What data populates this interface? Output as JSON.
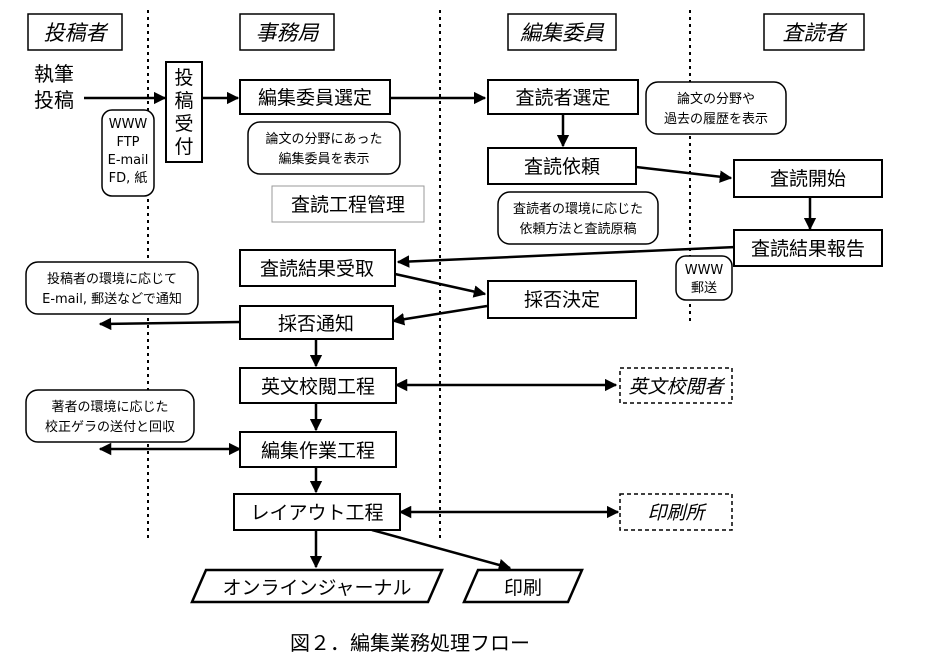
{
  "roles": {
    "author": "投稿者",
    "office": "事務局",
    "editor": "編集委員",
    "reviewer": "査読者"
  },
  "author_action": [
    "執筆",
    "投稿"
  ],
  "submission_methods": [
    "WWW",
    "FTP",
    "E-mail",
    "FD, 紙"
  ],
  "receipt": [
    "投",
    "稿",
    "受",
    "付"
  ],
  "steps": {
    "editor_select": "編集委員選定",
    "reviewer_select": "査読者選定",
    "review_request": "査読依頼",
    "review_start": "査読開始",
    "review_mgmt": "査読工程管理",
    "result_receive": "査読結果受取",
    "result_report": "査読結果報告",
    "decision": "採否決定",
    "notify": "採否通知",
    "proofread": "英文校閲工程",
    "editing": "編集作業工程",
    "layout": "レイアウト工程"
  },
  "external": {
    "proofreader": "英文校閲者",
    "printer": "印刷所"
  },
  "outputs": {
    "online": "オンラインジャーナル",
    "print": "印刷"
  },
  "notes": {
    "editor_by_field": [
      "論文の分野にあった",
      "編集委員を表示"
    ],
    "reviewer_history": [
      "論文の分野や",
      "過去の履歴を表示"
    ],
    "request_method": [
      "査読者の環境に応じた",
      "依頼方法と査読原稿"
    ],
    "report_methods": [
      "WWW",
      "郵送"
    ],
    "notify_method": [
      "投稿者の環境に応じて",
      "E-mail, 郵送などで通知"
    ],
    "galley_method": [
      "著者の環境に応じた",
      "校正ゲラの送付と回収"
    ]
  },
  "caption": "図２．編集業務処理フロー"
}
